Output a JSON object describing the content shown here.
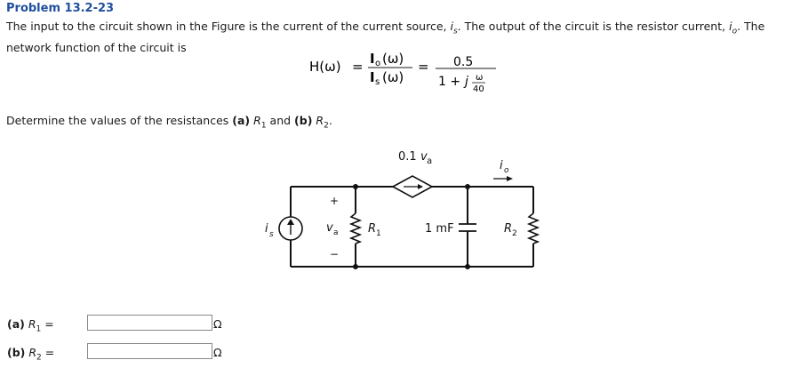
{
  "problem": {
    "title": "Problem 13.2-23",
    "intro_part1": "The input to the circuit shown in the Figure is the current of the current source, ",
    "intro_source_var": "i",
    "intro_source_sub": "s",
    "intro_part2": ". The output of the circuit is the resistor current, ",
    "intro_output_var": "i",
    "intro_output_sub": "o",
    "intro_part3": ". The network function of the circuit is"
  },
  "formula": {
    "lhs": "H(ω)",
    "equals": "=",
    "num_sym": "I",
    "num_sub": "o",
    "num_arg": "(ω)",
    "den_sym": "I",
    "den_sub": "s",
    "den_arg": "(ω)",
    "equals2": "=",
    "value_num": "0.5",
    "value_den_prefix": "1 +",
    "value_den_j": "j",
    "value_den_frac_num": "ω",
    "value_den_frac_den": "40"
  },
  "question": {
    "text": "Determine the values of the resistances ",
    "part_a": "(a)",
    "r1": "R",
    "r1_sub": "1",
    "and": " and ",
    "part_b": "(b)",
    "r2": "R",
    "r2_sub": "2",
    "end": "."
  },
  "circuit": {
    "dep_source_label": "0.1",
    "dep_source_var": "v",
    "dep_source_sub": "a",
    "output_current_var": "i",
    "output_current_sub": "o",
    "source_label_var": "i",
    "source_label_sub": "s",
    "va_var": "v",
    "va_sub": "a",
    "plus": "+",
    "minus": "−",
    "r1_label": "R",
    "r1_sub": "1",
    "cap_label": "1 mF",
    "r2_label": "R",
    "r2_sub": "2"
  },
  "answers": [
    {
      "part": "(a)",
      "var": "R",
      "sub": "1",
      "equals": "=",
      "value": "",
      "unit": "Ω"
    },
    {
      "part": "(b)",
      "var": "R",
      "sub": "2",
      "equals": "=",
      "value": "",
      "unit": "Ω"
    }
  ]
}
